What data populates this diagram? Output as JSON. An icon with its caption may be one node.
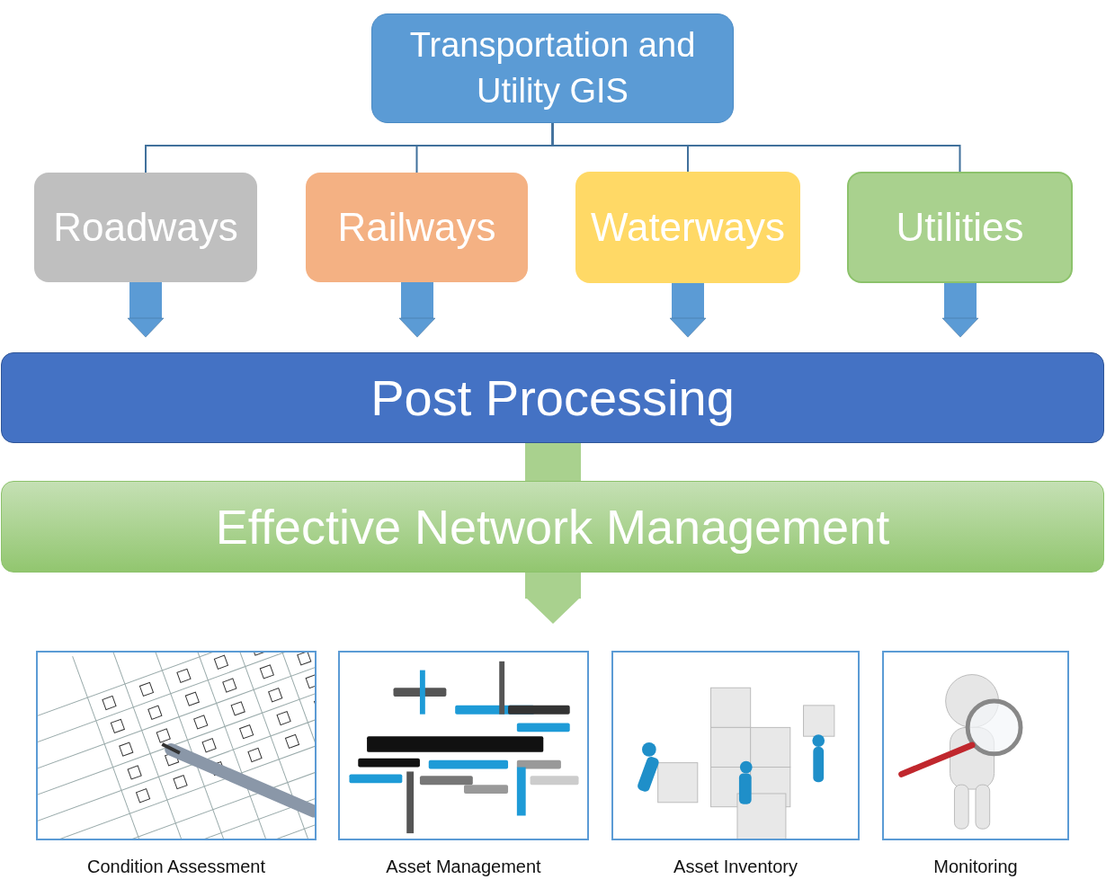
{
  "diagram": {
    "nodes": [
      {
        "text": [
          "Transportation and Utility GIS"
        ]
      },
      {
        "text": [
          "Roadways"
        ]
      },
      {
        "text": [
          "Railways"
        ]
      },
      {
        "text": [
          "Waterways"
        ]
      },
      {
        "text": [
          "Utilities"
        ]
      },
      {
        "text": [
          "Post Processing"
        ]
      },
      {
        "text": [
          "Effective Network Management"
        ]
      },
      {
        "text": [],
        "shape": "picture"
      },
      {
        "text": [],
        "shape": "picture"
      },
      {
        "text": [],
        "shape": "picture"
      },
      {
        "text": [],
        "shape": "picture"
      }
    ],
    "edges": [
      {
        "from": 0,
        "to": 1,
        "arrow": "none",
        "color": "#41719c"
      },
      {
        "from": 0,
        "to": 2,
        "arrow": "none",
        "color": "#41719c"
      },
      {
        "from": 0,
        "to": 3,
        "arrow": "none",
        "color": "#41719c"
      },
      {
        "from": 0,
        "to": 4,
        "arrow": "none",
        "color": "#41719c"
      },
      {
        "from": 1,
        "to": 5,
        "arrow": "to"
      },
      {
        "from": 2,
        "to": 5,
        "arrow": "to"
      },
      {
        "from": 3,
        "to": 5,
        "arrow": "to"
      },
      {
        "from": 4,
        "to": 5,
        "arrow": "to"
      },
      {
        "from": 5,
        "to": 6,
        "arrow": "none",
        "color": "#a9d18e"
      },
      {
        "from": 6,
        "to": 8,
        "arrow": "to",
        "color": "#a9d18e"
      }
    ],
    "labels": [
      "Condition Assessment",
      "Asset Management",
      "Asset Inventory",
      "Monitoring"
    ]
  }
}
